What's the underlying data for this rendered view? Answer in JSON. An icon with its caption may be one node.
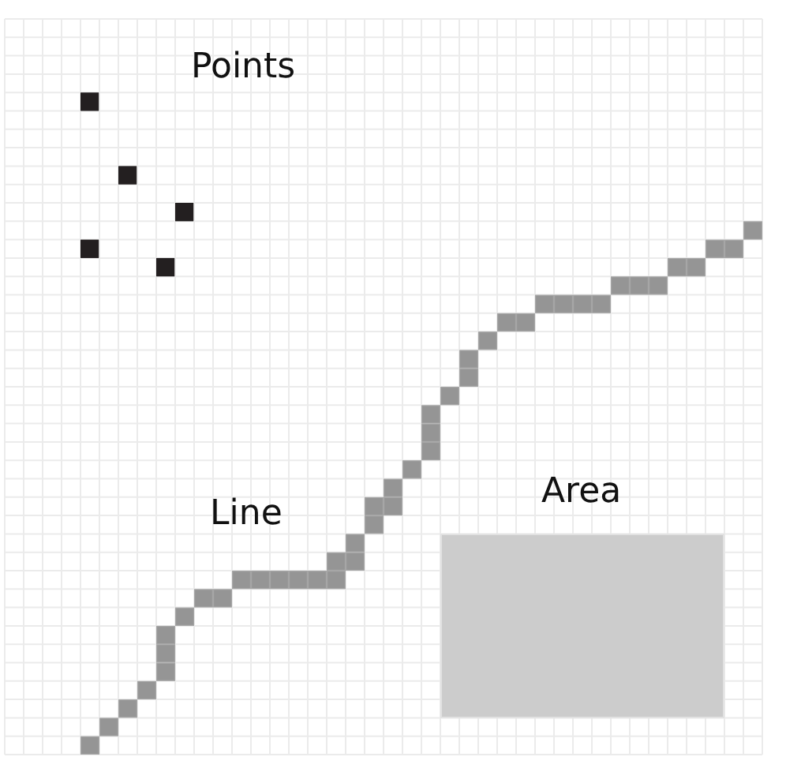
{
  "diagram": {
    "nodes": [
      {
        "text": [
          "Area"
        ]
      }
    ],
    "labels": [
      "Points",
      "Line"
    ]
  }
}
